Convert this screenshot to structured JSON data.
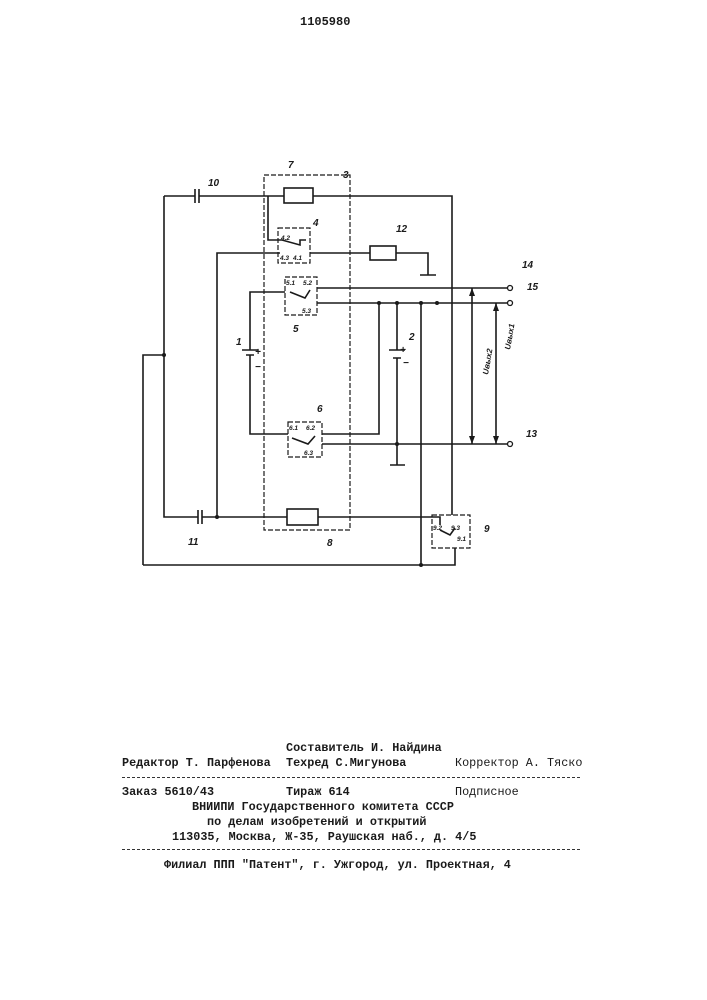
{
  "header": {
    "patent_number": "1105980"
  },
  "diagram": {
    "labels": {
      "n1": "1",
      "n2": "2",
      "n3": "3",
      "n4": "4",
      "n5": "5",
      "n6": "6",
      "n7": "7",
      "n8": "8",
      "n9": "9",
      "n10": "10",
      "n11": "11",
      "n12": "12",
      "n13": "13",
      "n14": "14",
      "n15": "15",
      "c41": "4.1",
      "c42": "4.2",
      "c43": "4.3",
      "c51": "5.1",
      "c52": "5.2",
      "c53": "5.3",
      "c61": "6.1",
      "c62": "6.2",
      "c63": "6.3",
      "c91": "9.1",
      "c92": "9.2",
      "c93": "9.3",
      "plus": "+",
      "minus": "−",
      "uout1": "Uвых1",
      "uout2": "Uвых2"
    }
  },
  "footer": {
    "compiler": "Составитель И. Найдина",
    "editor": "Редактор Т. Парфенова",
    "techred": "Техред С.Мигунова",
    "corrector": "Корректор А. Тяско",
    "order": "Заказ 5610/43",
    "circulation": "Тираж 614",
    "subscription": "Подписное",
    "org_line1": "ВНИИПИ Государственного комитета СССР",
    "org_line2": "по делам изобретений и открытий",
    "org_address": "113035, Москва, Ж-35, Раушская наб., д. 4/5",
    "branch": "Филиал ППП \"Патент\", г. Ужгород, ул. Проектная, 4"
  }
}
